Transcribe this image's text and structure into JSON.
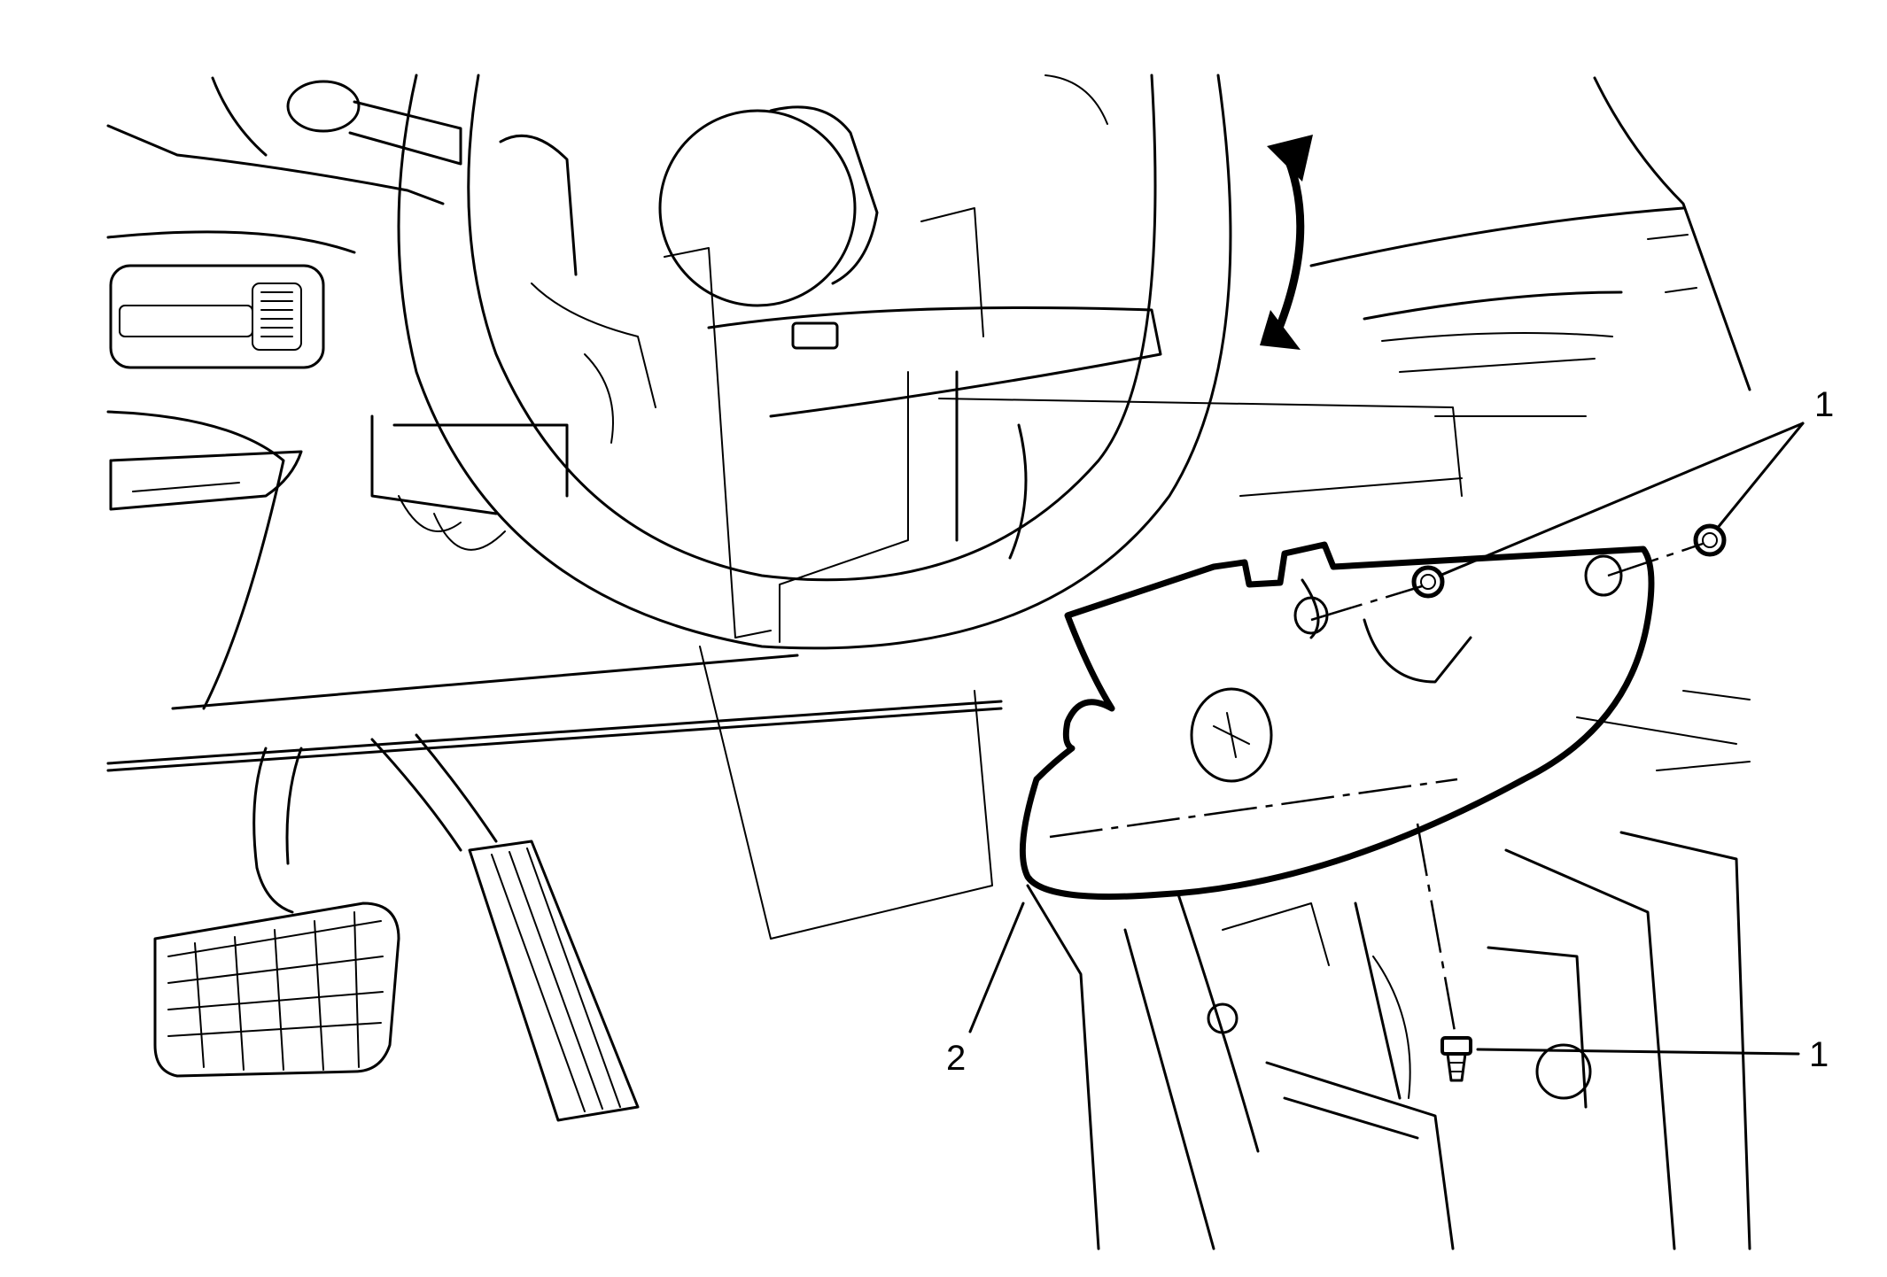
{
  "callouts": [
    {
      "id": "fasteners-upper",
      "label": "1"
    },
    {
      "id": "fastener-lower",
      "label": "1"
    },
    {
      "id": "lower-cover",
      "label": "2"
    }
  ]
}
